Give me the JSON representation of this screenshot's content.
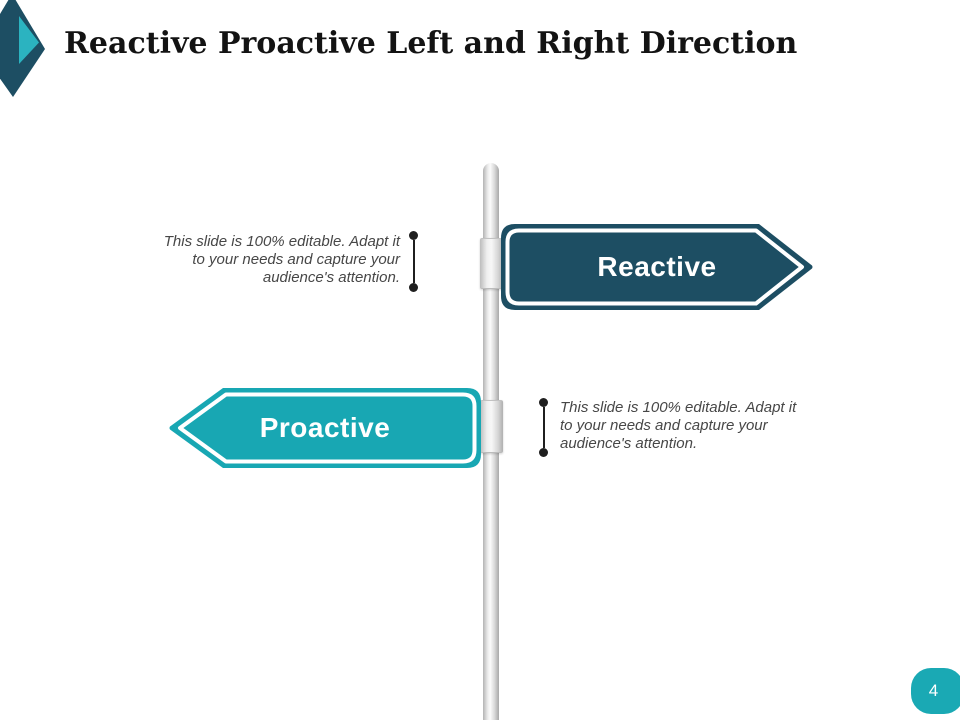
{
  "slide": {
    "title": "Reactive Proactive Left and Right Direction",
    "page_number": "4"
  },
  "signpost": {
    "reactive": {
      "label": "Reactive",
      "direction": "right",
      "color": "#1d4e63"
    },
    "proactive": {
      "label": "Proactive",
      "direction": "left",
      "color": "#18a7b3"
    }
  },
  "annotations": {
    "left_note": {
      "lines": [
        "This slide is 100% editable. Adapt it",
        "to your needs and capture your",
        "audience's attention."
      ]
    },
    "right_note": {
      "lines": [
        "This slide is 100% editable. Adapt it",
        "to your needs and capture your",
        "audience's attention."
      ]
    }
  },
  "colors": {
    "dark_teal": "#1d4e63",
    "teal": "#18a7b3",
    "accent_light_teal": "#2bb3c0",
    "badge_teal": "#1aa9b4",
    "note_text": "#474747",
    "title_text": "#131313"
  }
}
